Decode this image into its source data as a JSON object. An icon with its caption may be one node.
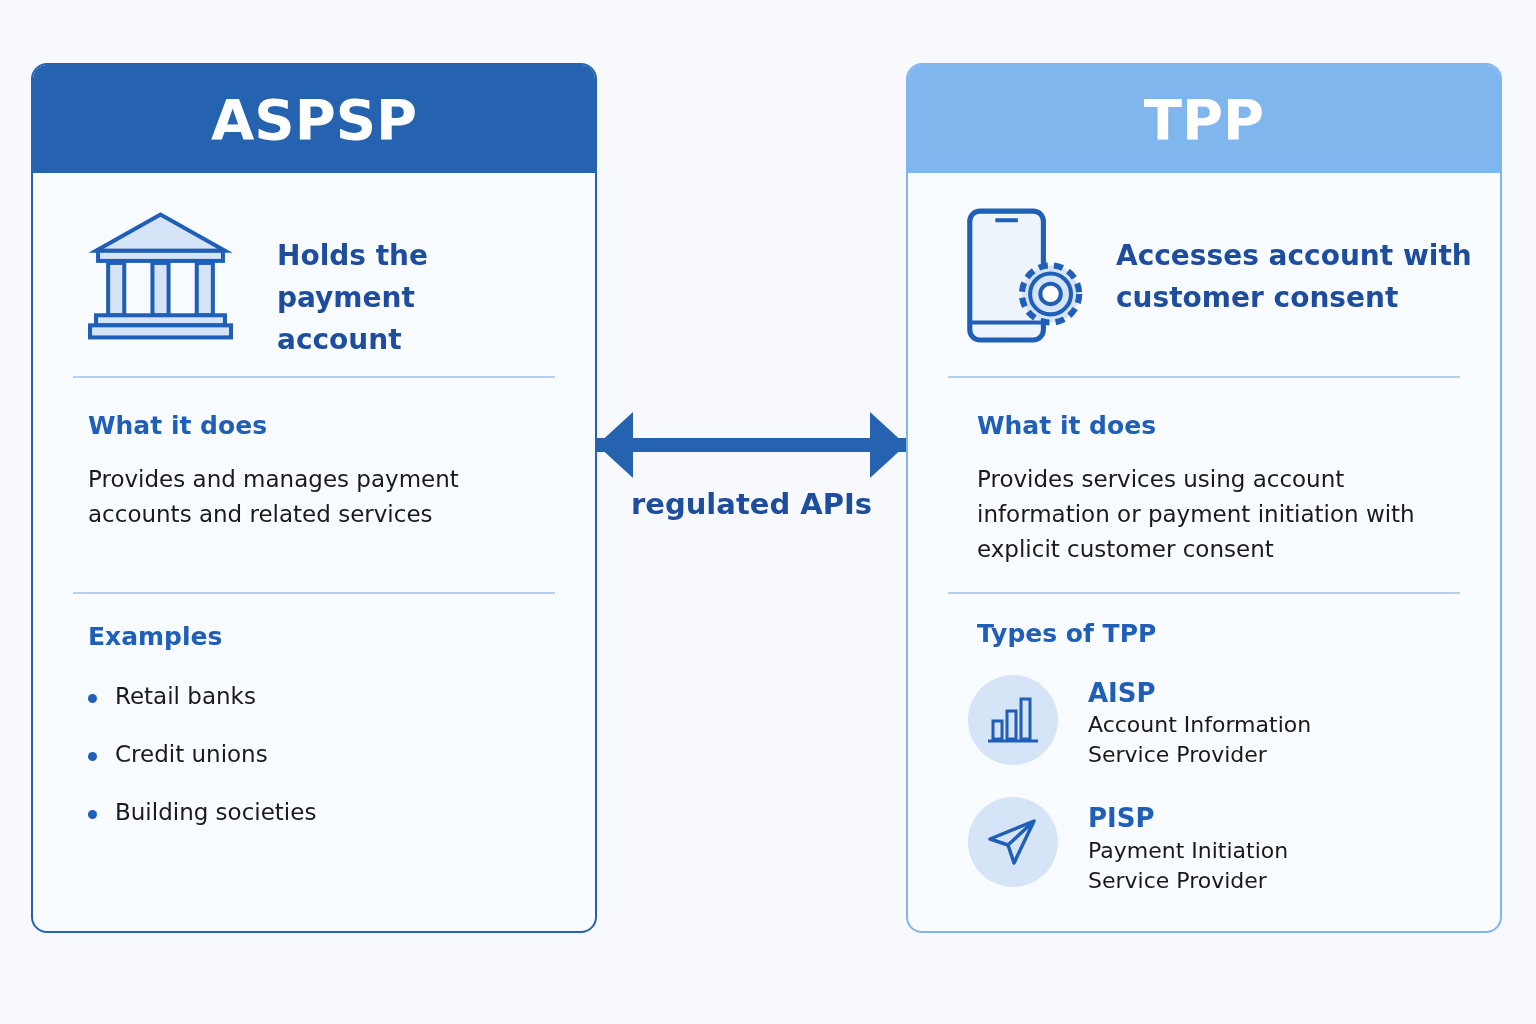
{
  "diagram": {
    "nodes": [
      {
        "text": [
          "ASPSP",
          "Holds the payment account",
          "What it does",
          "Provides and manages payment accounts and related services",
          "Examples",
          "Retail banks",
          "Credit unions",
          "Building societies"
        ]
      },
      {
        "text": [
          "TPP",
          "Accesses account with customer consent",
          "What it does",
          "Provides services using account information or payment initiation with explicit customer consent",
          "Types of TPP",
          "AISP",
          "Account Information Service Provider",
          "PISP",
          "Payment Initiation Service Provider"
        ]
      }
    ],
    "edges": [
      {
        "from": 0,
        "to": 1,
        "arrow": "both",
        "label": "regulated APIs"
      }
    ]
  }
}
